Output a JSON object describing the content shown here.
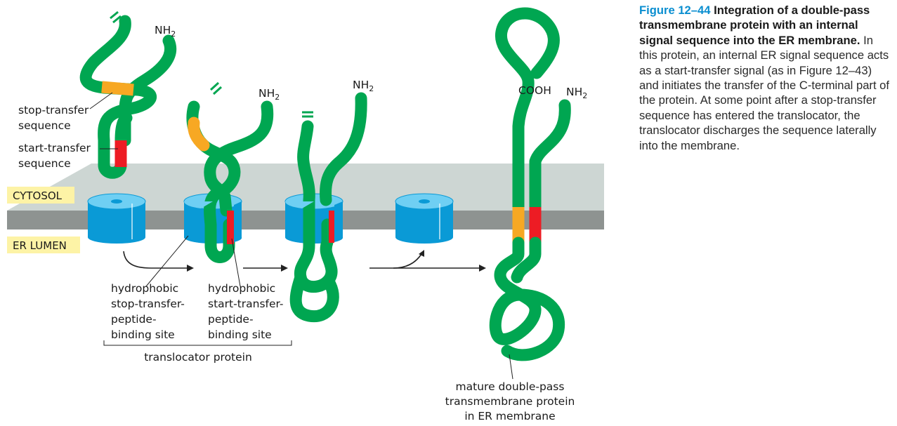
{
  "diagram": {
    "labels": {
      "stop_transfer": [
        "stop-transfer",
        "sequence"
      ],
      "start_transfer": [
        "start-transfer",
        "sequence"
      ],
      "cytosol": "CYTOSOL",
      "er_lumen": "ER LUMEN",
      "nh2": "NH",
      "nh2_sub": "2",
      "cooh": "COOH",
      "hydrophobic_stop_site": [
        "hydrophobic",
        "stop-transfer-",
        "peptide-",
        "binding site"
      ],
      "hydrophobic_start_site": [
        "hydrophobic",
        "start-transfer-",
        "peptide-",
        "binding site"
      ],
      "translocator_protein": "translocator protein",
      "mature_protein": [
        "mature double-pass",
        "transmembrane protein",
        "in ER membrane"
      ]
    },
    "colors": {
      "polypeptide": "#00a651",
      "stop_transfer_sequence": "#f7a823",
      "start_transfer_sequence": "#ed1c24",
      "translocator": "#0aa5e2",
      "membrane_top": "#cdd6d3",
      "membrane_edge": "#8e9391",
      "tag_background": "#fdf3a6"
    }
  },
  "caption": {
    "figure_number": "Figure 12–44",
    "title": "Integration of a double-pass transmembrane protein with an internal signal sequence into the ER membrane.",
    "body": "In this protein, an internal ER signal sequence acts as a start-transfer signal (as in Figure 12–43) and initiates the transfer of the C-terminal part of the protein. At some point after a stop-transfer sequence has entered the translocator, the translocator discharges the sequence laterally into the membrane."
  }
}
